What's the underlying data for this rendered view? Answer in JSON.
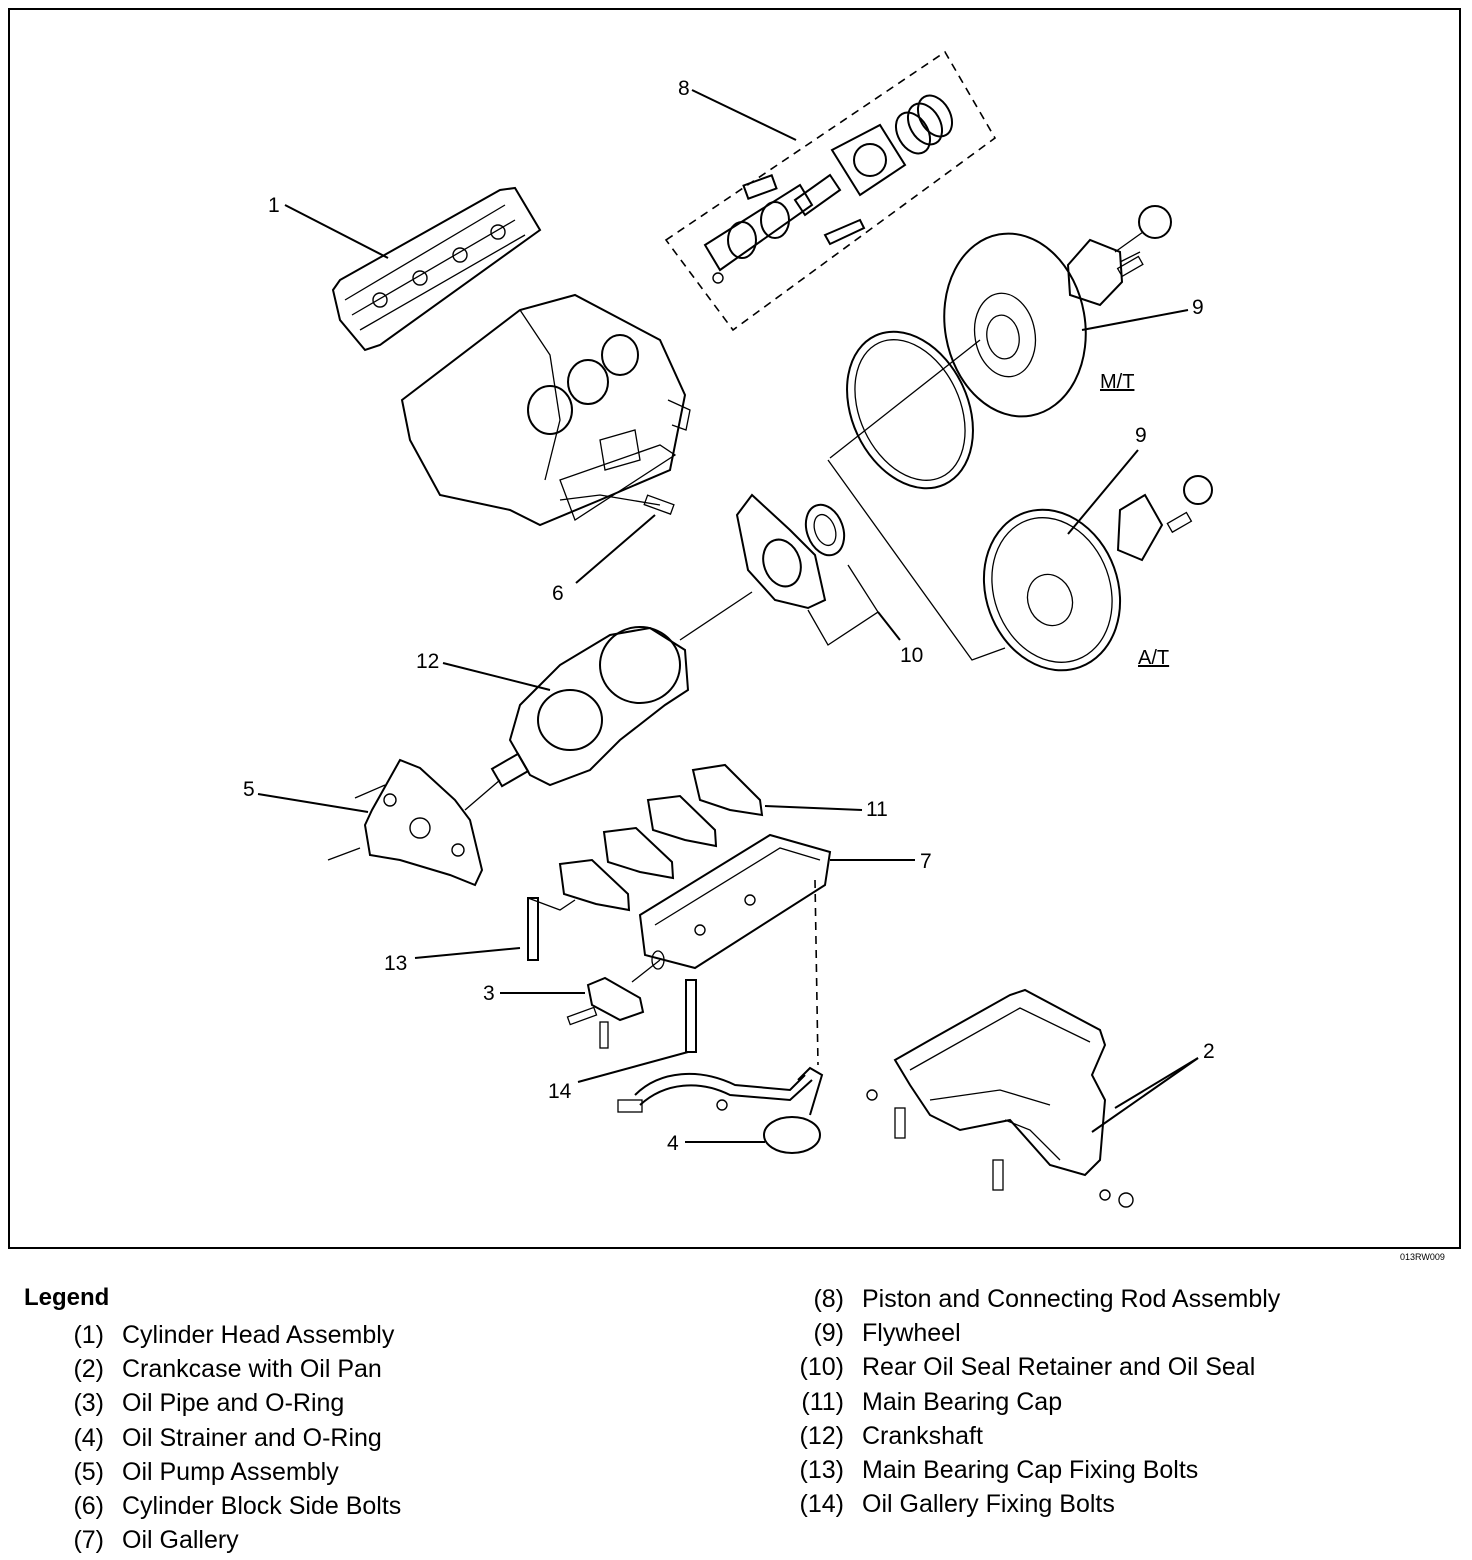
{
  "figure": {
    "code": "013RW009",
    "labels": {
      "l1": "1",
      "l2": "2",
      "l3": "3",
      "l4": "4",
      "l5": "5",
      "l6": "6",
      "l7": "7",
      "l8": "8",
      "l9a": "9",
      "l9b": "9",
      "l10": "10",
      "l11": "11",
      "l12": "12",
      "l13": "13",
      "l14": "14",
      "mt": "M/T",
      "at": "A/T"
    }
  },
  "legend": {
    "title": "Legend",
    "items": [
      {
        "num": "(1)",
        "text": "Cylinder Head Assembly"
      },
      {
        "num": "(2)",
        "text": "Crankcase with Oil Pan"
      },
      {
        "num": "(3)",
        "text": "Oil Pipe and O-Ring"
      },
      {
        "num": "(4)",
        "text": "Oil Strainer and O-Ring"
      },
      {
        "num": "(5)",
        "text": "Oil Pump Assembly"
      },
      {
        "num": "(6)",
        "text": "Cylinder Block Side  Bolts"
      },
      {
        "num": "(7)",
        "text": "Oil Gallery"
      },
      {
        "num": "(8)",
        "text": "Piston and Connecting Rod Assembly"
      },
      {
        "num": "(9)",
        "text": "Flywheel"
      },
      {
        "num": "(10)",
        "text": "Rear Oil Seal Retainer and Oil Seal"
      },
      {
        "num": "(11)",
        "text": "Main Bearing Cap"
      },
      {
        "num": "(12)",
        "text": "Crankshaft"
      },
      {
        "num": "(13)",
        "text": "Main Bearing Cap Fixing Bolts"
      },
      {
        "num": "(14)",
        "text": "Oil Gallery Fixing Bolts"
      }
    ]
  }
}
